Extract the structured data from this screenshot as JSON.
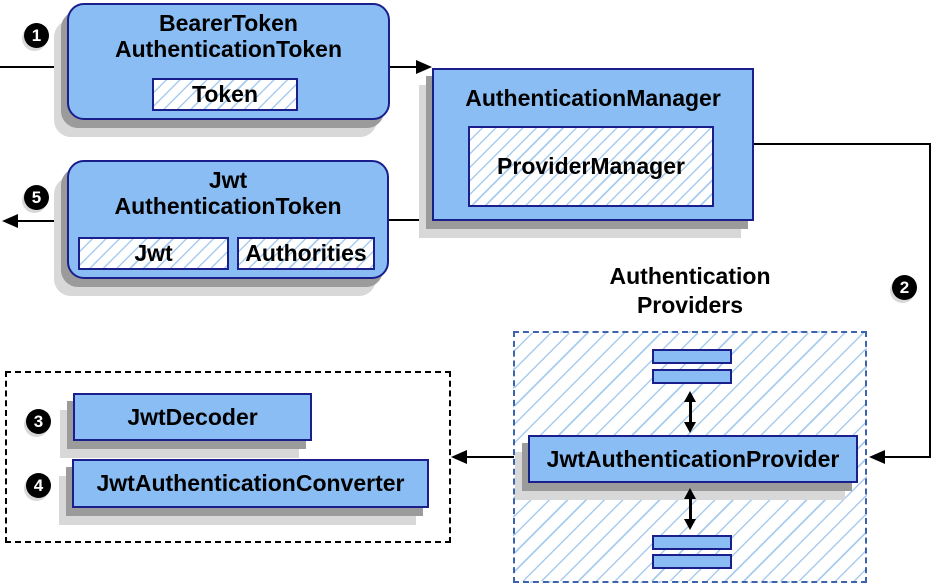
{
  "diagram": {
    "steps": {
      "s1": "1",
      "s2": "2",
      "s3": "3",
      "s4": "4",
      "s5": "5"
    },
    "nodes": {
      "bearer": {
        "line1": "BearerToken",
        "line2": "AuthenticationToken",
        "chip": "Token"
      },
      "manager": {
        "title": "AuthenticationManager",
        "chip": "ProviderManager"
      },
      "jwt": {
        "line1": "Jwt",
        "line2": "AuthenticationToken",
        "chip1": "Jwt",
        "chip2": "Authorities"
      },
      "provider": {
        "title": "JwtAuthenticationProvider"
      },
      "decoder": {
        "title": "JwtDecoder"
      },
      "converter": {
        "title": "JwtAuthenticationConverter"
      },
      "providers_label": {
        "line1": "Authentication",
        "line2": "Providers"
      }
    },
    "colors": {
      "node_fill": "#89BDF3",
      "node_stroke": "#1A1F8C",
      "hatch_line": "#A8CCF0",
      "dashed_blue": "#3D63AC",
      "dashed_black": "#000000",
      "connector": "#000000",
      "shadow_dark": "#9B9B9B",
      "shadow_light": "#D8D8D8",
      "step_badge_bg": "#000000",
      "step_badge_fg": "#FFFFFF",
      "background": "#FFFFFF"
    }
  }
}
